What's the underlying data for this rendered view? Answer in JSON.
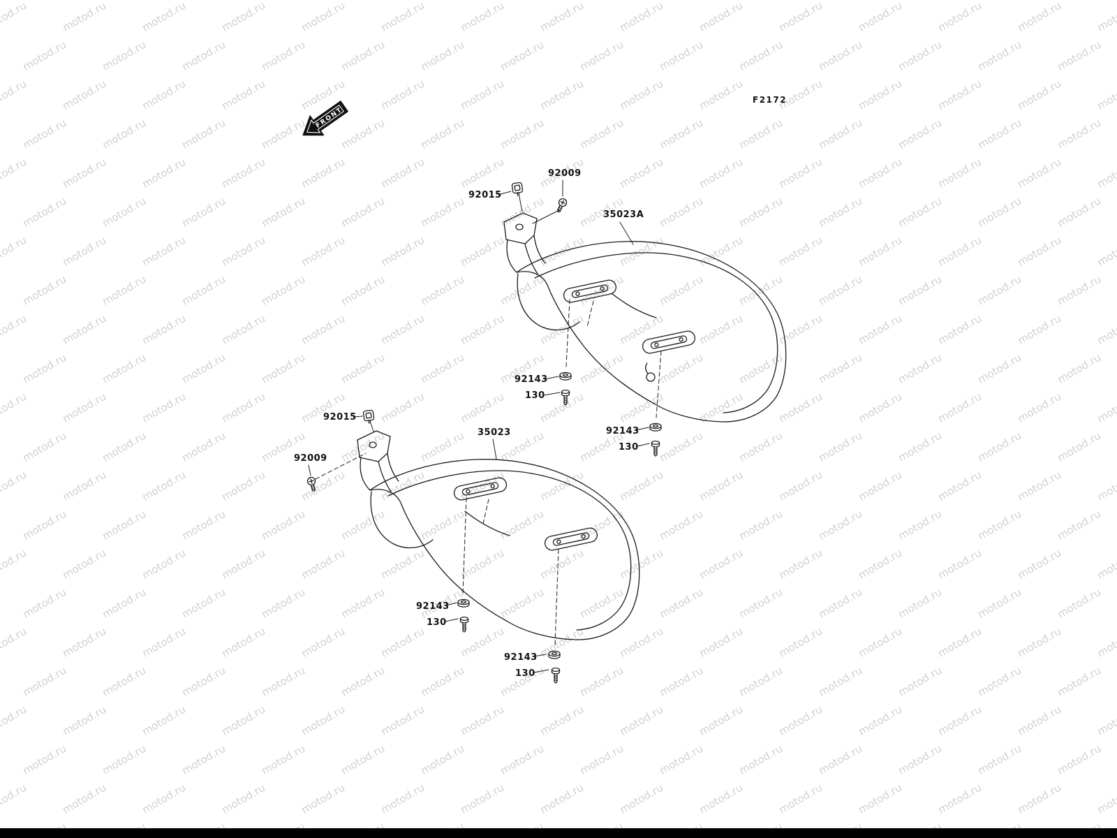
{
  "page": {
    "background": "#ffffff",
    "bottom_bar_color": "#000000",
    "line_color": "#1a1a1a",
    "label_color": "#111111"
  },
  "watermark": {
    "text": "motod.ru",
    "color": "#c9c9c9"
  },
  "diagram": {
    "code": "F2172",
    "front_label": "FRONT"
  },
  "labels": [
    {
      "part": "screw-upper",
      "text": "92009"
    },
    {
      "part": "damper-upper",
      "text": "92015"
    },
    {
      "part": "fender-rear-a",
      "text": "35023A"
    },
    {
      "part": "washer-upper-left",
      "text": "92143"
    },
    {
      "part": "bolt-upper-left",
      "text": "130"
    },
    {
      "part": "washer-upper-right",
      "text": "92143"
    },
    {
      "part": "bolt-upper-right",
      "text": "130"
    },
    {
      "part": "damper-lower",
      "text": "92015"
    },
    {
      "part": "fender-rear",
      "text": "35023"
    },
    {
      "part": "screw-lower",
      "text": "92009"
    },
    {
      "part": "washer-lower-left",
      "text": "92143"
    },
    {
      "part": "bolt-lower-left",
      "text": "130"
    },
    {
      "part": "washer-bottom",
      "text": "92143"
    },
    {
      "part": "bolt-bottom",
      "text": "130"
    }
  ]
}
